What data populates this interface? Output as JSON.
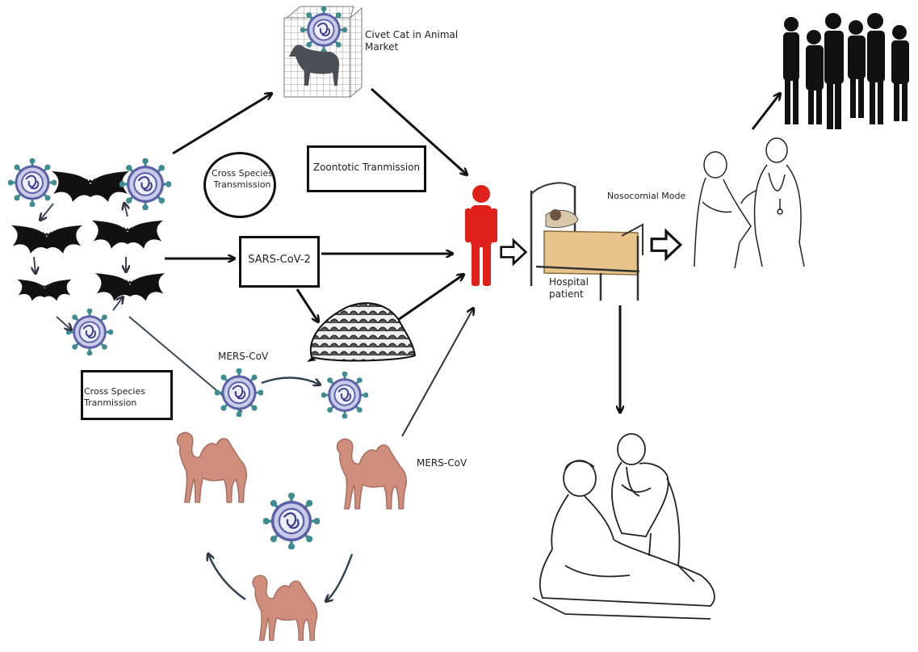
{
  "labels": {
    "civet": "Civet Cat in Animal Market",
    "cross_species_top": "Cross Species Transmission",
    "zoonotic": "Zoontotic Tranmission",
    "sars": "SARS-CoV-2",
    "nosocomial": "Nosocomial Mode",
    "hospital_patient": "Hospital patient",
    "mers_top": "MERS-CoV",
    "mers_right": "MERS-CoV",
    "cross_species_bottom": "Cross Species Tranmission"
  },
  "colors": {
    "human": "#e0201b",
    "camel": "#cf8d7c",
    "virus_outer": "#3f8c91",
    "virus_inner": "#5c62a8",
    "silhouette": "#111111",
    "bed_blanket": "#e7c48a"
  },
  "icons": [
    "civet-icon",
    "bat-icon",
    "virus-icon",
    "human-icon",
    "pangolin-icon",
    "camel-icon",
    "hospital-bed-icon",
    "doctor-icon",
    "crowd-icon",
    "hollow-arrow-icon"
  ]
}
